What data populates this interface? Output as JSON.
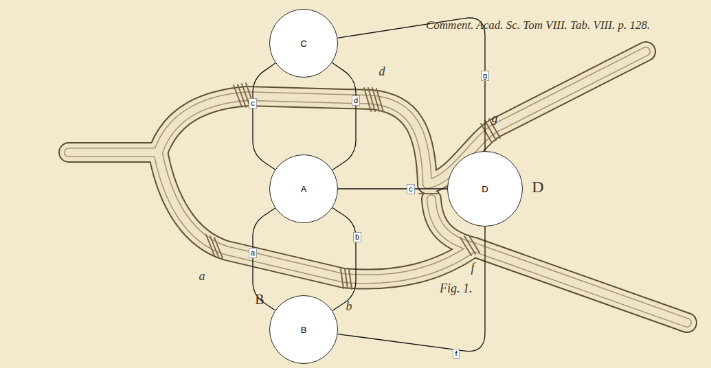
{
  "diagram": {
    "nodes": [
      {
        "text": [
          "C"
        ]
      },
      {
        "text": [
          "A"
        ]
      },
      {
        "text": [
          "D"
        ]
      },
      {
        "text": [
          "B"
        ]
      }
    ],
    "edges": [
      {
        "from": 0,
        "to": 1,
        "label": "c",
        "arrow": "none"
      },
      {
        "from": 0,
        "to": 1,
        "label": "d",
        "arrow": "none"
      },
      {
        "from": 1,
        "to": 3,
        "label": "a",
        "arrow": "none"
      },
      {
        "from": 1,
        "to": 3,
        "label": "b",
        "arrow": "none"
      },
      {
        "from": 1,
        "to": 2,
        "label": "c",
        "arrow": "none"
      },
      {
        "from": 0,
        "to": 2,
        "label": "g",
        "arrow": "none"
      },
      {
        "from": 3,
        "to": 2,
        "label": "f",
        "arrow": "none"
      }
    ],
    "labels": [
      "Comment. Acad. Sc. Tom VIII. Tab. VIII. p. 128.",
      "d",
      "g",
      "a",
      "b",
      "f",
      "Fig. 1.",
      "D",
      "B"
    ]
  }
}
